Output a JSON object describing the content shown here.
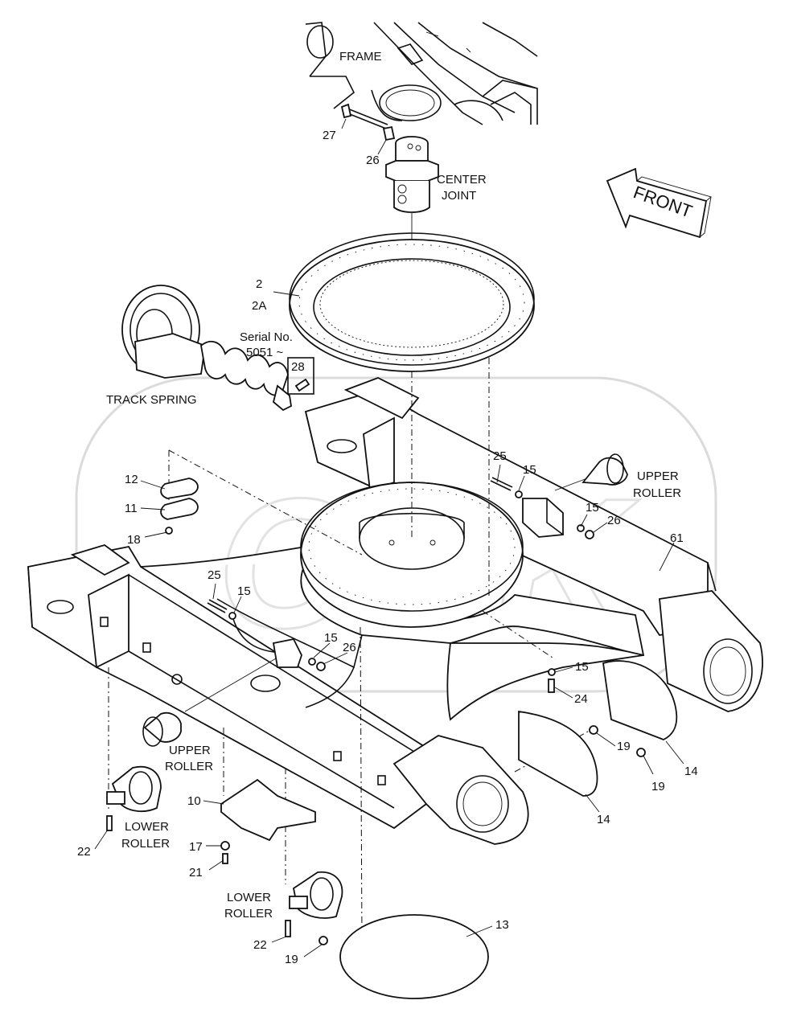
{
  "diagram": {
    "watermark": "OBK",
    "labels": {
      "frame": "FRAME",
      "center_joint_1": "CENTER",
      "center_joint_2": "JOINT",
      "front": "FRONT",
      "serial_1": "Serial No.",
      "serial_2": "5051 ~",
      "track_spring": "TRACK SPRING",
      "upper_roller_r_1": "UPPER",
      "upper_roller_r_2": "ROLLER",
      "upper_roller_l_1": "UPPER",
      "upper_roller_l_2": "ROLLER",
      "lower_roller_1_1": "LOWER",
      "lower_roller_1_2": "ROLLER",
      "lower_roller_2_1": "LOWER",
      "lower_roller_2_2": "ROLLER"
    },
    "callouts": {
      "c27": "27",
      "c26_top": "26",
      "c2": "2",
      "c2a": "2A",
      "c28": "28",
      "c25_r": "25",
      "c15_r1": "15",
      "c15_r2": "15",
      "c26_r": "26",
      "c61": "61",
      "c12": "12",
      "c11": "11",
      "c18": "18",
      "c25_l": "25",
      "c15_l1": "15",
      "c15_l2": "15",
      "c26_l": "26",
      "c15_b": "15",
      "c24": "24",
      "c19_a": "19",
      "c19_b": "19",
      "c14_a": "14",
      "c14_b": "14",
      "c10": "10",
      "c17": "17",
      "c21": "21",
      "c22_a": "22",
      "c22_b": "22",
      "c19_c": "19",
      "c13": "13"
    }
  }
}
